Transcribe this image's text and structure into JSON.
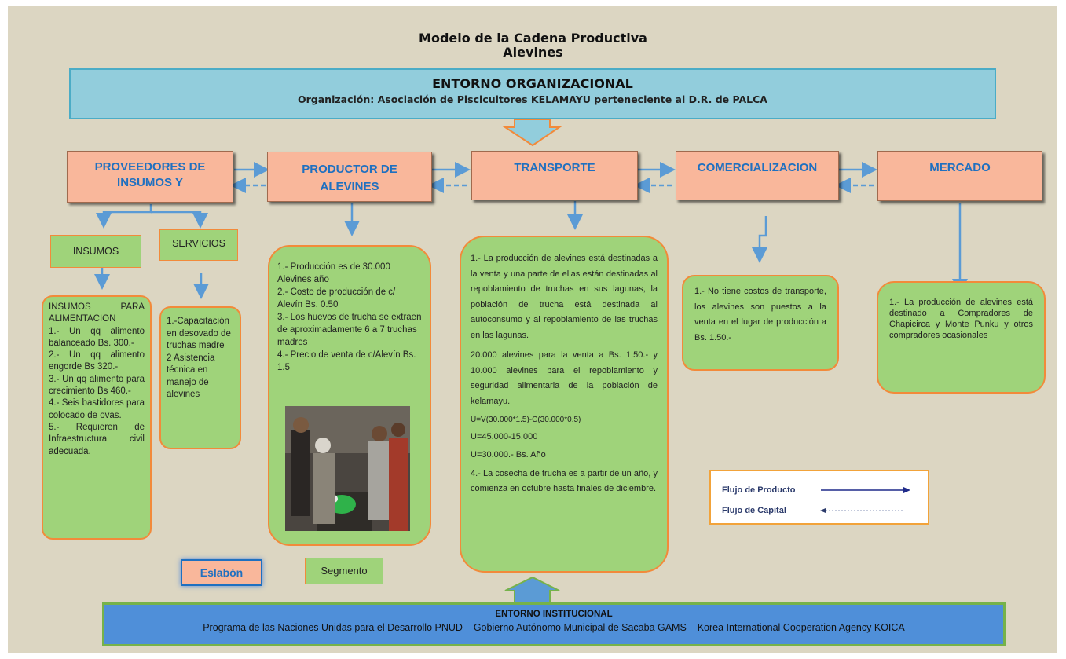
{
  "title_line1": "Modelo de la Cadena Productiva",
  "title_line2": "Alevines",
  "org": {
    "heading": "ENTORNO ORGANIZACIONAL",
    "subtitle": "Organización: Asociación de Piscicultores KELAMAYU perteneciente al D.R. de PALCA"
  },
  "nodes": {
    "proveedores": "PROVEEDORES DE INSUMOS Y",
    "productor": "PRODUCTOR DE ALEVINES",
    "transporte": "TRANSPORTE",
    "comercializacion": "COMERCIALIZACION",
    "mercado": "MERCADO"
  },
  "segments": {
    "insumos": "INSUMOS",
    "servicios": "SERVICIOS"
  },
  "insumos_detail": [
    "INSUMOS PARA ALIMENTACION",
    "1.- Un qq alimento balanceado Bs. 300.-",
    "2.- Un qq alimento engorde Bs 320.-",
    "3.- Un qq alimento para crecimiento Bs 460.-",
    "4.- Seis bastidores para colocado de ovas.",
    "5.- Requieren de Infraestructura civil adecuada."
  ],
  "servicios_detail": [
    "1.-Capacitación en desovado de truchas madre",
    "2 Asistencia técnica en manejo de alevines"
  ],
  "productor_detail": [
    "1.- Producción es de 30.000 Alevines año",
    "2.- Costo de producción de c/ Alevín Bs. 0.50",
    "3.- Los huevos de trucha se extraen de aproximadamente 6 a 7 truchas madres",
    "4.- Precio de venta de c/Alevín Bs. 1.5"
  ],
  "transporte_detail": [
    "1.- La producción de alevines está destinadas a la venta y una parte de ellas están destinadas al repoblamiento de truchas en sus lagunas, la población de trucha está destinada al autoconsumo y al repoblamiento de las truchas en las lagunas.",
    "20.000 alevines para la venta a Bs. 1.50.- y 10.000 alevines para el repoblamiento y seguridad alimentaria de la población de kelamayu.",
    "U=V(30.000*1.5)-C(30.000*0.5)",
    "U=45.000-15.000",
    "U=30.000.- Bs. Año",
    "4.- La cosecha de trucha es a partir de un año, y comienza en octubre hasta finales de diciembre."
  ],
  "comercializacion_detail": "1.- No tiene costos de transporte, los alevines son puestos a la venta en el lugar de producción a Bs. 1.50.-",
  "mercado_detail": "1.- La producción de alevines está destinado a Compradores de Chapicirca y Monte Punku y otros compradores ocasionales",
  "legend": {
    "producto": "Flujo de Producto",
    "capital": "Flujo de Capital"
  },
  "labels": {
    "eslabon": "Eslabón",
    "segmento": "Segmento"
  },
  "inst": {
    "heading": "ENTORNO INSTITUCIONAL",
    "subtitle": "Programa de las Naciones Unidas para el Desarrollo PNUD – Gobierno Autónomo Municipal de Sacaba GAMS – Korea International Cooperation Agency KOICA"
  },
  "colors": {
    "org_fill": "#92cddc",
    "node_fill": "#f9b79b",
    "node_text": "#1f70c0",
    "detail_fill": "#9fd37a",
    "detail_border": "#f28a3a",
    "inst_fill": "#4f8fd9",
    "arrow": "#5b9bd5"
  }
}
